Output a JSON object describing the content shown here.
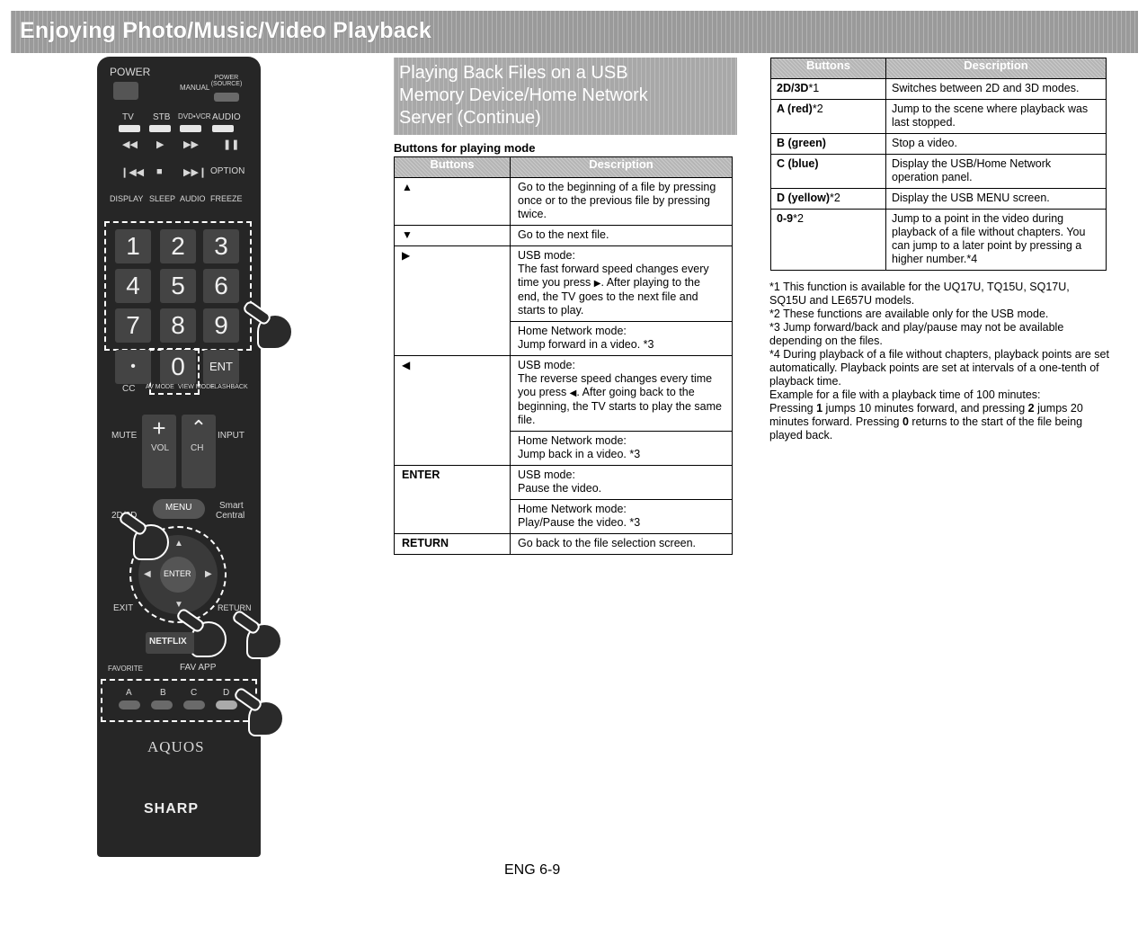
{
  "banner": {
    "title": "Enjoying Photo/Music/Video Playback"
  },
  "section": {
    "title_lines": [
      "Playing Back Files on a USB",
      "Memory Device/Home Network",
      "Server (Continue)"
    ],
    "subheading": "Buttons for playing mode"
  },
  "remote": {
    "labels": {
      "power": "POWER",
      "manual": "MANUAL",
      "power_source": "POWER (SOURCE)",
      "tv": "TV",
      "stb": "STB",
      "dvd_vcr": "DVD•VCR",
      "audio": "AUDIO",
      "option": "OPTION",
      "display": "DISPLAY",
      "sleep": "SLEEP",
      "audio2": "AUDIO",
      "freeze": "FREEZE",
      "n1": "1",
      "n2": "2",
      "n3": "3",
      "n4": "4",
      "n5": "5",
      "n6": "6",
      "n7": "7",
      "n8": "8",
      "n9": "9",
      "dot": "•",
      "n0": "0",
      "ent": "ENT",
      "cc": "CC",
      "avmode": "AV MODE",
      "viewmode": "VIEW MODE",
      "flashback": "FLASHBACK",
      "mute": "MUTE",
      "vol": "VOL",
      "ch": "CH",
      "input": "INPUT",
      "mode2d3d": "2D/3D",
      "menu": "MENU",
      "smart": "Smart",
      "central": "Central",
      "enter": "ENTER",
      "exit": "EXIT",
      "return": "RETURN",
      "netflix": "NETFLIX",
      "favorite": "FAVORITE",
      "favapp": "FAV APP",
      "a": "A",
      "b": "B",
      "c": "C",
      "d": "D",
      "aquos": "AQUOS",
      "sharp": "SHARP"
    }
  },
  "table1": {
    "headers": [
      "Buttons",
      "Description"
    ],
    "rows": {
      "up": {
        "glyph": "▲",
        "desc": "Go to the beginning of a file by pressing once or to the previous file by pressing twice."
      },
      "down": {
        "glyph": "▼",
        "desc": "Go to the next file."
      },
      "ff": {
        "glyph": "▶",
        "usb_mode": "USB mode:",
        "usb_desc_a": "The fast forward speed changes every time you press ",
        "usb_glyph": "▶",
        "usb_desc_b": ". After playing to the end, the TV goes to the next file and starts to play.",
        "hn_mode": "Home Network mode:",
        "hn_desc": "Jump forward in a video. *3"
      },
      "rew": {
        "glyph": "◀",
        "usb_mode": "USB mode:",
        "usb_desc_a": "The reverse speed changes every time you press ",
        "usb_glyph": "◀",
        "usb_desc_b": ". After going back to the beginning, the TV starts to play the same file.",
        "hn_mode": "Home Network mode:",
        "hn_desc": "Jump back in a video. *3"
      },
      "enter": {
        "button": "ENTER",
        "usb_mode": "USB mode:",
        "usb_desc": "Pause the video.",
        "hn_mode": "Home Network mode:",
        "hn_desc": "Play/Pause the video. *3"
      },
      "return": {
        "button": "RETURN",
        "desc": "Go back to the file selection screen."
      }
    }
  },
  "table2": {
    "headers": [
      "Buttons",
      "Description"
    ],
    "rows": [
      {
        "button": "2D/3D",
        "note": "*1",
        "desc": "Switches between 2D and 3D modes."
      },
      {
        "button": "A (red)",
        "note": "*2",
        "desc": "Jump to the scene where playback was last stopped."
      },
      {
        "button": "B (green)",
        "note": "",
        "desc": "Stop a video."
      },
      {
        "button": "C (blue)",
        "note": "",
        "desc": "Display the USB/Home Network operation panel."
      },
      {
        "button": "D (yellow)",
        "note": "*2",
        "desc": "Display the USB MENU screen."
      },
      {
        "button": "0-9",
        "note": "*2",
        "desc": "Jump to a point in the video during playback of a file without chapters. You can jump to a later point by pressing a higher number.*4"
      }
    ]
  },
  "notes": {
    "n1": "*1 This function is available for the UQ17U, TQ15U, SQ17U, SQ15U and LE657U models.",
    "n2": "*2 These functions are available only for the USB mode.",
    "n3": "*3 Jump forward/back and play/pause may not be available depending on the files.",
    "n4": "*4 During playback of a file without chapters, playback points are set automatically. Playback points are set at intervals of a one-tenth of playback time.",
    "ex_intro": "Example for a file with a playback time of 100 minutes:",
    "ex_a": "Pressing ",
    "ex_b": "1",
    "ex_c": " jumps 10 minutes forward, and pressing ",
    "ex_d": "2",
    "ex_e": " jumps 20 minutes forward. Pressing ",
    "ex_f": "0",
    "ex_g": " returns to the start of the file being played back."
  },
  "footer": {
    "page": "ENG 6-9"
  },
  "colors": {
    "banner": "#9a9a9a",
    "remote_body": "#262626",
    "header_fill": "#b5b5b5"
  }
}
